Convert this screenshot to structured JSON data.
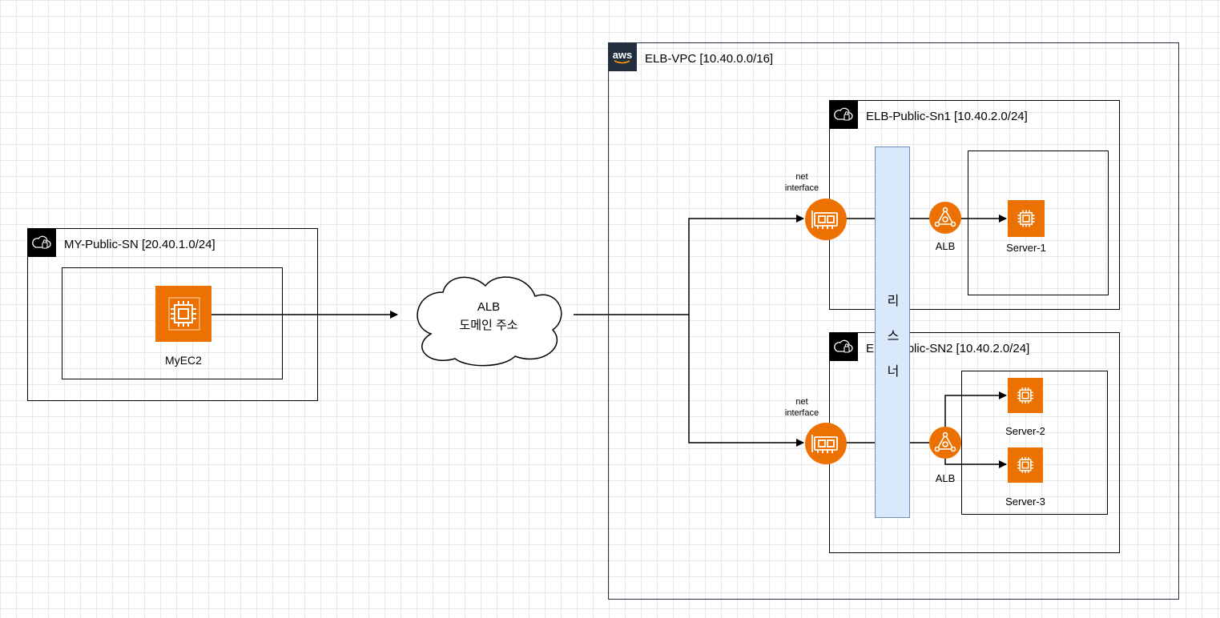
{
  "my_subnet": {
    "title": "MY-Public-SN [20.40.1.0/24]",
    "instance_label": "MyEC2"
  },
  "cloud": {
    "line1": "ALB",
    "line2": "도메인 주소"
  },
  "vpc": {
    "title": "ELB-VPC [10.40.0.0/16]",
    "logo_text": "aws"
  },
  "subnet1": {
    "title": "ELB-Public-Sn1 [10.40.2.0/24]",
    "alb_label": "ALB",
    "server_label": "Server-1"
  },
  "subnet2": {
    "title": "ELB-Public-SN2 [10.40.2.0/24]",
    "alb_label": "ALB",
    "server2_label": "Server-2",
    "server3_label": "Server-3"
  },
  "net_interface": {
    "line1": "net",
    "line2": "interface"
  },
  "listener": {
    "chars": [
      "리",
      "스",
      "너"
    ]
  },
  "colors": {
    "aws_orange": "#ed7100",
    "vpc_border": "#232f3e",
    "listener_fill": "#dae8fc",
    "listener_border": "#6c8ebf"
  },
  "icons": [
    "private-subnet-icon",
    "aws-logo-icon",
    "ec2-instance-icon",
    "elastic-network-interface-icon",
    "application-load-balancer-icon",
    "cloud-shape"
  ]
}
